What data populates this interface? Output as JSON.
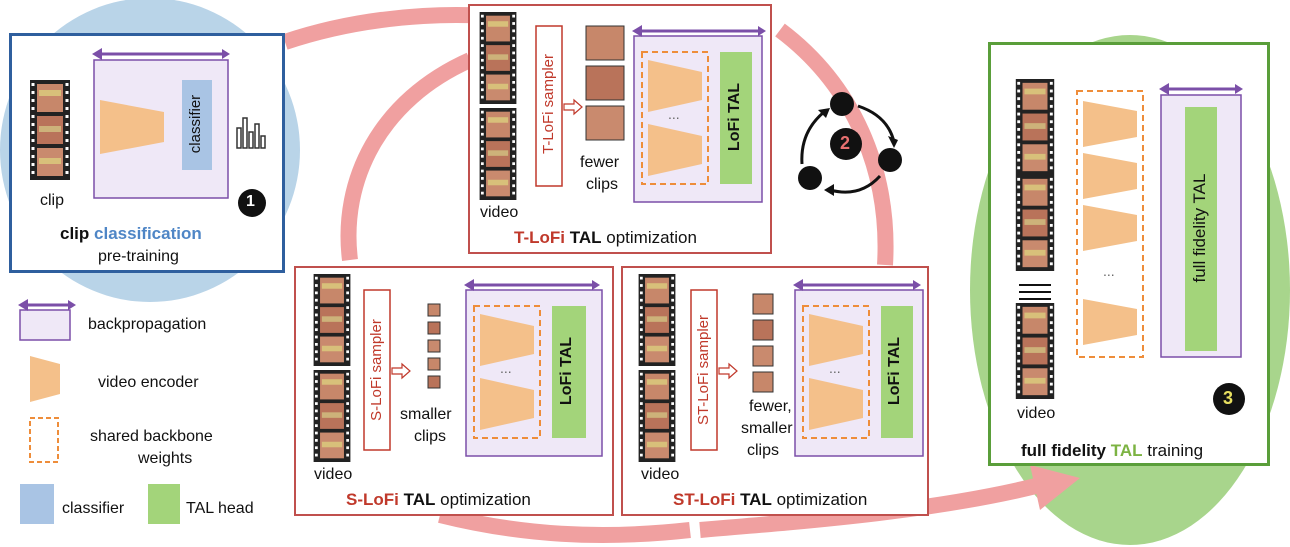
{
  "colors": {
    "loop_arrow": "#f0a0a0",
    "classifier_blue": "#4f86c6",
    "tal_green": "#7cb342",
    "lofi_red": "#c0392b",
    "backprop_purple": "#7b4fa8",
    "backprop_fill": "#efe8f7",
    "encoder_orange": "#f4c08a",
    "shared_dashed": "#ee8d3a",
    "classifier_fill": "#a9c4e4",
    "tal_head_fill": "#a3d47a",
    "stage1_circle": "#b9d4e8",
    "stage3_circle": "#a8d58c"
  },
  "stage1": {
    "badge": "1",
    "clip_label": "clip",
    "classifier_label": "classifier",
    "title_bold": "clip",
    "title_colored": "classification",
    "subtitle": "pre-training",
    "histogram_icon": "histogram-icon"
  },
  "t_lofi": {
    "sampler_label": "T-LoFi sampler",
    "clips_label_line1": "fewer",
    "clips_label_line2": "clips",
    "video_label": "video",
    "head_label": "LoFi TAL",
    "ellipsis": "...",
    "title_prefix": "T-LoFi",
    "title_bold": "TAL",
    "title_suffix": "optimization"
  },
  "cycle": {
    "badge": "2",
    "icon": "cycle-icon"
  },
  "s_lofi": {
    "sampler_label": "S-LoFi sampler",
    "clips_label_line1": "smaller",
    "clips_label_line2": "clips",
    "video_label": "video",
    "head_label": "LoFi TAL",
    "ellipsis": "...",
    "title_prefix": "S-LoFi",
    "title_bold": "TAL",
    "title_suffix": "optimization"
  },
  "st_lofi": {
    "sampler_label": "ST-LoFi sampler",
    "clips_label_line1": "fewer,",
    "clips_label_line2": "smaller",
    "clips_label_line3": "clips",
    "video_label": "video",
    "head_label": "LoFi TAL",
    "ellipsis": "...",
    "title_prefix": "ST-LoFi",
    "title_bold": "TAL",
    "title_suffix": "optimization"
  },
  "stage3": {
    "badge": "3",
    "video_label": "video",
    "head_label": "full fidelity TAL",
    "ellipsis": "...",
    "title_bold": "full fidelity",
    "title_colored": "TAL",
    "title_suffix": "training"
  },
  "legend": {
    "backprop": "backpropagation",
    "encoder": "video encoder",
    "shared_line1": "shared backbone",
    "shared_line2": "weights",
    "classifier": "classifier",
    "tal_head": "TAL head"
  }
}
